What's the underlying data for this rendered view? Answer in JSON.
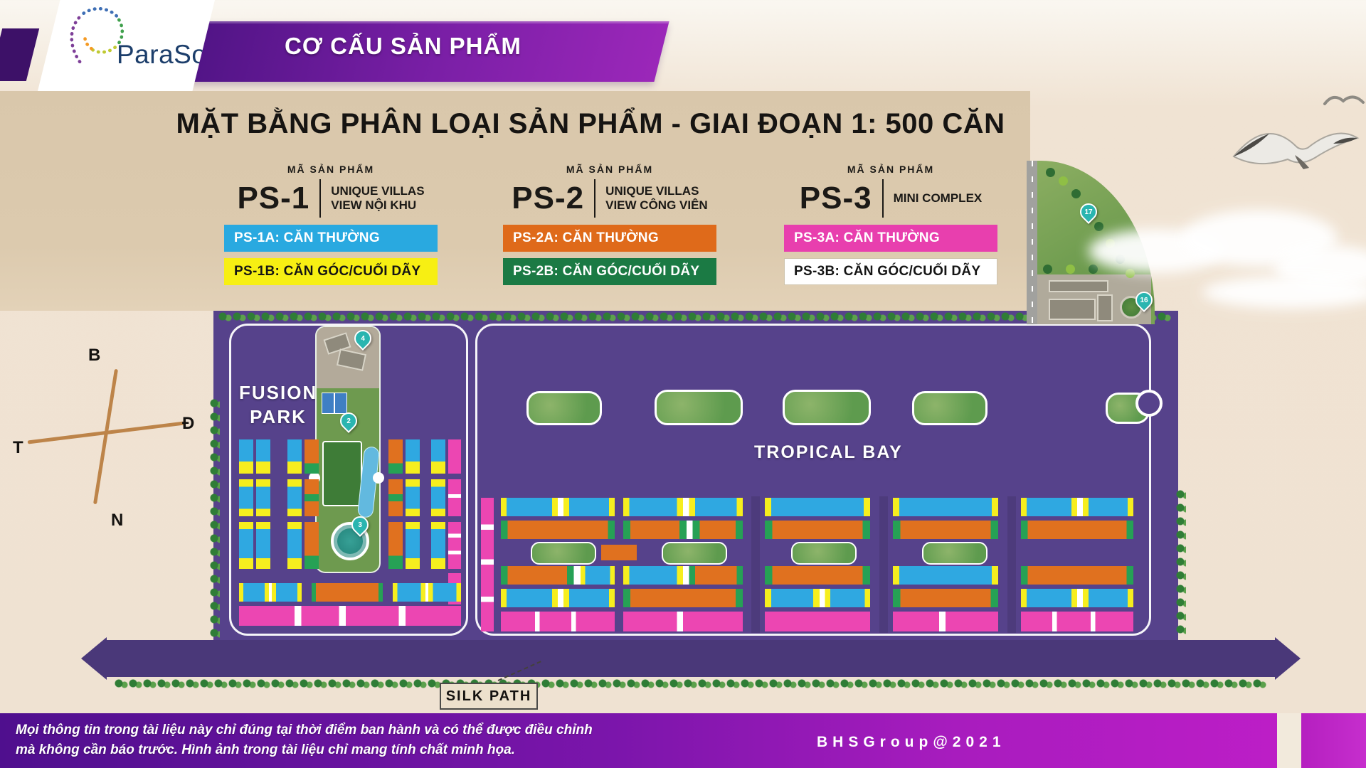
{
  "brand": {
    "name": "ParaSol"
  },
  "header": {
    "banner_title": "CƠ CẤU SẢN PHẨM"
  },
  "panel": {
    "title": "MẶT BẰNG PHÂN LOẠI SẢN PHẨM - GIAI ĐOẠN 1: 500 CĂN",
    "code_label": "MÃ SẢN PHẨM",
    "products": [
      {
        "code": "PS-1",
        "desc_line1": "UNIQUE VILLAS",
        "desc_line2": "VIEW NỘI KHU",
        "variants": [
          {
            "label": "PS-1A: CĂN THƯỜNG",
            "bg": "#29a9e0",
            "fg": "#ffffff"
          },
          {
            "label": "PS-1B: CĂN GÓC/CUỐI DÃY",
            "bg": "#f7ef13",
            "fg": "#141414"
          }
        ]
      },
      {
        "code": "PS-2",
        "desc_line1": "UNIQUE VILLAS",
        "desc_line2": "VIEW CÔNG VIÊN",
        "variants": [
          {
            "label": "PS-2A: CĂN THƯỜNG",
            "bg": "#df6a1a",
            "fg": "#ffffff"
          },
          {
            "label": "PS-2B: CĂN GÓC/CUỐI DÃY",
            "bg": "#1b7a44",
            "fg": "#ffffff"
          }
        ]
      },
      {
        "code": "PS-3",
        "desc_line1": "MINI COMPLEX",
        "desc_line2": "",
        "variants": [
          {
            "label": "PS-3A: CĂN THƯỜNG",
            "bg": "#e83fae",
            "fg": "#ffffff"
          },
          {
            "label": "PS-3B: CĂN GÓC/CUỐI DÃY",
            "bg": "#ffffff",
            "fg": "#141414"
          }
        ]
      }
    ]
  },
  "compass": {
    "north": "B",
    "east": "Đ",
    "west": "T",
    "south": "N"
  },
  "map": {
    "labels": {
      "park1_line1": "FUSION",
      "park1_line2": "PARK",
      "bay": "TROPICAL BAY",
      "road": "SILK PATH"
    },
    "pins": {
      "p2": "2",
      "p3": "3",
      "p4": "4",
      "p16": "16",
      "p17": "17"
    },
    "colors": {
      "U": "#2fa8e1",
      "Y": "#f6ee1e",
      "O": "#e0711f",
      "G": "#26a155",
      "P": "#ec46b2",
      "W": "#ffffff"
    },
    "blocks": [
      [
        336,
        618,
        20,
        48,
        "v",
        "U65 Y35"
      ],
      [
        360,
        618,
        20,
        48,
        "v",
        "U65 Y35"
      ],
      [
        404,
        618,
        20,
        48,
        "v",
        "U65 Y35"
      ],
      [
        428,
        618,
        20,
        48,
        "v",
        "O70 G30"
      ],
      [
        546,
        618,
        20,
        48,
        "v",
        "O70 G30"
      ],
      [
        570,
        618,
        20,
        48,
        "v",
        "U65 Y35"
      ],
      [
        606,
        618,
        20,
        48,
        "v",
        "U65 Y35"
      ],
      [
        630,
        618,
        18,
        48,
        "v",
        "P100"
      ],
      [
        336,
        674,
        20,
        52,
        "v",
        "Y20 U60 Y20"
      ],
      [
        360,
        674,
        20,
        52,
        "v",
        "Y20 U60 Y20"
      ],
      [
        404,
        674,
        20,
        52,
        "v",
        "Y20 U60 Y20"
      ],
      [
        428,
        674,
        20,
        52,
        "v",
        "O40 G20 O40"
      ],
      [
        546,
        674,
        20,
        52,
        "v",
        "O40 G20 O40"
      ],
      [
        570,
        674,
        20,
        52,
        "v",
        "Y20 U60 Y20"
      ],
      [
        606,
        674,
        20,
        52,
        "v",
        "Y20 U60 Y20"
      ],
      [
        630,
        674,
        18,
        52,
        "v",
        "P40 W10 P50"
      ],
      [
        336,
        734,
        20,
        66,
        "v",
        "Y15 U62 Y23"
      ],
      [
        360,
        734,
        20,
        66,
        "v",
        "Y15 U62 Y23"
      ],
      [
        404,
        734,
        20,
        66,
        "v",
        "Y15 U62 Y23"
      ],
      [
        428,
        734,
        20,
        66,
        "v",
        "O72 G28"
      ],
      [
        546,
        734,
        20,
        66,
        "v",
        "O72 G28"
      ],
      [
        570,
        734,
        20,
        66,
        "v",
        "Y15 U62 Y23"
      ],
      [
        606,
        734,
        20,
        66,
        "v",
        "Y15 U62 Y23"
      ],
      [
        630,
        734,
        18,
        66,
        "v",
        "P25 W8 P28 W8 P31"
      ],
      [
        630,
        806,
        18,
        44,
        "v",
        "P55 W10 P35"
      ],
      [
        336,
        820,
        88,
        26,
        "h",
        "Y7 U34 Y7 W4 Y7 U34 Y7"
      ],
      [
        438,
        820,
        100,
        26,
        "h",
        "G6 O88 G6"
      ],
      [
        552,
        820,
        96,
        26,
        "h",
        "Y7 U34 Y7 W4 Y7 U34 Y7"
      ],
      [
        336,
        852,
        312,
        28,
        "h",
        "P25 W3 P17 W3 P24 W3 P25 W3 P20"
      ],
      [
        676,
        700,
        18,
        188,
        "v",
        "P20 W4 P22 W4 P24 W4 P22"
      ],
      [
        704,
        700,
        160,
        26,
        "h",
        "Y5 U40 Y5 W5 Y5 U35 Y5"
      ],
      [
        876,
        700,
        168,
        26,
        "h",
        "Y5 U40 Y5 W5 Y5 U35 Y5"
      ],
      [
        1075,
        700,
        148,
        26,
        "h",
        "Y6 U88 Y6"
      ],
      [
        1255,
        700,
        148,
        26,
        "h",
        "Y6 U88 Y6"
      ],
      [
        1435,
        700,
        158,
        26,
        "h",
        "Y5 U40 Y5 W5 Y5 U35 Y5"
      ],
      [
        704,
        732,
        160,
        26,
        "h",
        "G6 O88 G6"
      ],
      [
        876,
        732,
        168,
        26,
        "h",
        "G6 O41 G6 W5 G6 O30 G6"
      ],
      [
        1075,
        732,
        148,
        26,
        "h",
        "G7 O86 G7"
      ],
      [
        1255,
        732,
        148,
        26,
        "h",
        "G7 O86 G7"
      ],
      [
        1435,
        732,
        158,
        26,
        "h",
        "G6 O88 G6"
      ],
      [
        845,
        766,
        50,
        22,
        "h",
        "O100"
      ],
      [
        704,
        796,
        160,
        26,
        "h",
        "G6 O52 G6 W6 Y4 U22 Y4"
      ],
      [
        876,
        796,
        168,
        26,
        "h",
        "Y5 U40 Y5 W5 G5 O35 G5"
      ],
      [
        1075,
        796,
        148,
        26,
        "h",
        "G7 O86 G7"
      ],
      [
        1255,
        796,
        148,
        26,
        "h",
        "Y6 U88 Y6"
      ],
      [
        1435,
        796,
        158,
        26,
        "h",
        "G6 O88 G6"
      ],
      [
        704,
        828,
        160,
        26,
        "h",
        "Y5 U40 Y5 W5 Y5 U35 Y5"
      ],
      [
        876,
        828,
        168,
        26,
        "h",
        "G6 O88 G6"
      ],
      [
        1075,
        828,
        148,
        26,
        "h",
        "Y6 U40 Y6 W5 Y5 U33 Y5"
      ],
      [
        1255,
        828,
        148,
        26,
        "h",
        "G7 O86 G7"
      ],
      [
        1435,
        828,
        158,
        26,
        "h",
        "Y5 U40 Y5 W5 Y5 U35 Y5"
      ],
      [
        704,
        860,
        160,
        28,
        "h",
        "P30 W4 P28 W4 P34"
      ],
      [
        876,
        860,
        168,
        28,
        "h",
        "P45 W5 P50"
      ],
      [
        1075,
        860,
        148,
        28,
        "h",
        "P100"
      ],
      [
        1255,
        860,
        148,
        28,
        "h",
        "P44 W6 P50"
      ],
      [
        1435,
        860,
        158,
        28,
        "h",
        "P28 W4 P30 W4 P34"
      ]
    ],
    "islands_big": [
      [
        740,
        550,
        100,
        42
      ],
      [
        920,
        548,
        118,
        44
      ],
      [
        1100,
        548,
        118,
        44
      ],
      [
        1282,
        550,
        100,
        42
      ],
      [
        1554,
        552,
        56,
        38
      ]
    ],
    "islands_small": [
      [
        746,
        762,
        88,
        28
      ],
      [
        930,
        762,
        88,
        28
      ],
      [
        1112,
        762,
        88,
        28
      ],
      [
        1296,
        762,
        88,
        28
      ]
    ]
  },
  "footer": {
    "disclaimer_line1": "Mọi thông tin trong tài liệu này chỉ đúng tại thời điểm ban hành và có thể được điều chỉnh",
    "disclaimer_line2": "mà không cần báo trước. Hình ảnh trong tài liệu chỉ mang tính chất minh họa.",
    "copyright": "BHSGroup@2021"
  }
}
